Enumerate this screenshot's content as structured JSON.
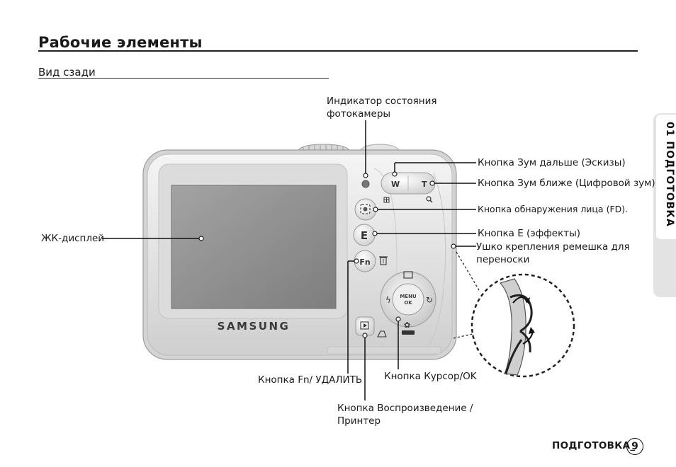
{
  "page": {
    "title": "Рабочие элементы",
    "section": "Вид сзади",
    "side_tab": "01 ПОДГОТОВКА",
    "footer": "ПОДГОТОВКА_",
    "page_number": "9"
  },
  "camera": {
    "brand": "SAMSUNG",
    "buttons": {
      "zoom_w": "W",
      "zoom_t": "T",
      "e_button": "E",
      "fn_button": "Fn",
      "menu_ok": "MENU\nOK"
    }
  },
  "callouts": {
    "status_led": "Индикатор состояния\nфотокамеры",
    "zoom_out": "Кнопка Зум дальше (Эскизы)",
    "zoom_in": "Кнопка Зум ближе (Цифровой зум)",
    "face_detect": "Кнопка обнаружения лица (FD).",
    "e_effects": "Кнопка E (эффекты)",
    "strap_eyelet": "Ушко крепления ремешка для\nпереноски",
    "lcd": "ЖК-дисплей",
    "fn_delete": "Кнопка Fn/ УДАЛИТЬ",
    "cursor_ok": "Кнопка Курсор/OK",
    "playback_printer": "Кнопка Воспроизведение /\nПринтер"
  },
  "colors": {
    "body": "#e9e9e9",
    "lcd": "#8c8c8c",
    "tab": "#e3e3e3"
  }
}
